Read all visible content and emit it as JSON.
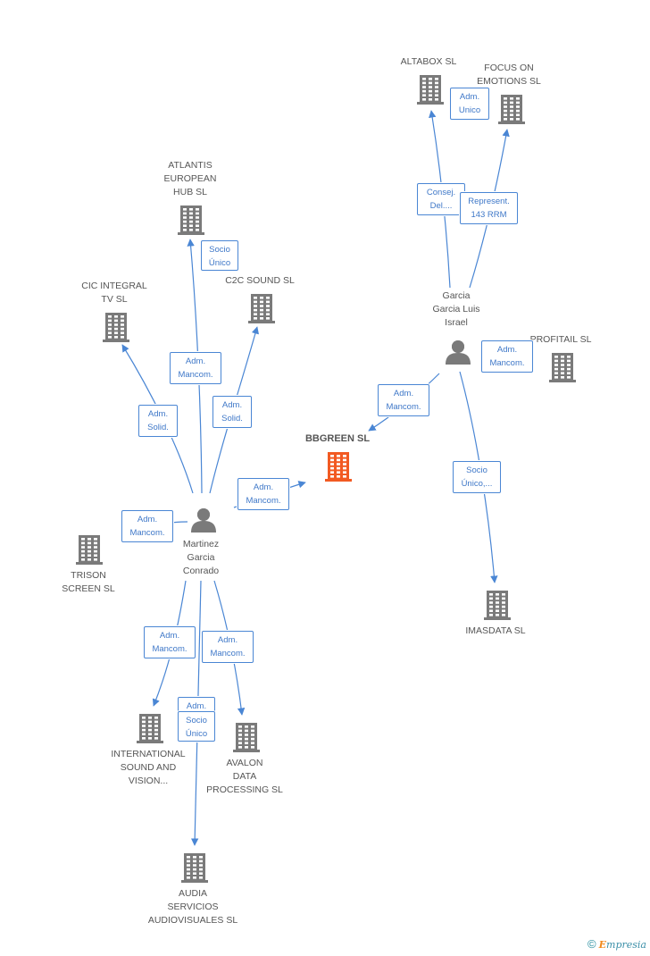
{
  "colors": {
    "edge": "#4a86d4",
    "node": "#7a7a7a",
    "focus": "#f25a22"
  },
  "focus_company": {
    "label": "BBGREEN  SL"
  },
  "people": [
    {
      "id": "martinez",
      "label": "Martinez\nGarcia\nConrado"
    },
    {
      "id": "garcia",
      "label": "Garcia\nGarcia Luis\nIsrael"
    }
  ],
  "companies": [
    {
      "id": "altabox",
      "label": "ALTABOX SL"
    },
    {
      "id": "focus_on",
      "label": "FOCUS ON\nEMOTIONS SL"
    },
    {
      "id": "atlantis",
      "label": "ATLANTIS\nEUROPEAN\nHUB  SL"
    },
    {
      "id": "cic",
      "label": "CIC INTEGRAL\nTV SL"
    },
    {
      "id": "c2c",
      "label": "C2C SOUND  SL"
    },
    {
      "id": "profitail",
      "label": "PROFITAIL  SL"
    },
    {
      "id": "trison",
      "label": "TRISON\nSCREEN  SL"
    },
    {
      "id": "imasdata",
      "label": "IMASDATA SL"
    },
    {
      "id": "international",
      "label": "INTERNATIONAL\nSOUND AND\nVISION..."
    },
    {
      "id": "avalon",
      "label": "AVALON\nDATA\nPROCESSING  SL"
    },
    {
      "id": "audia",
      "label": "AUDIA\nSERVICIOS\nAUDIOVISUALES SL"
    }
  ],
  "roles": {
    "r_altabox": "Adm.\nUnico",
    "r_garcia_altabox": "Consej.\nDel....",
    "r_garcia_focus": "Represent.\n143 RRM",
    "r_atlantis": "Socio\nÚnico",
    "r_martinez_atlantis": "Adm.\nMancom.",
    "r_martinez_cic": "Adm.\nSolid.",
    "r_martinez_c2c": "Adm.\nSolid.",
    "r_garcia_profitail": "Adm.\nMancom.",
    "r_garcia_bbgreen": "Adm.\nMancom.",
    "r_martinez_bbgreen": "Adm.\nMancom.",
    "r_martinez_trison": "Adm.\nMancom.",
    "r_garcia_imasdata": "Socio\nÚnico,...",
    "r_martinez_international": "Adm.\nMancom.",
    "r_martinez_avalon": "Adm.\nMancom.",
    "r_martinez_audia_1": "Adm.",
    "r_martinez_audia_2": "Socio\nÚnico"
  },
  "footer": {
    "copyright": "©",
    "brand_first": "E",
    "brand_rest": "mpresia"
  }
}
